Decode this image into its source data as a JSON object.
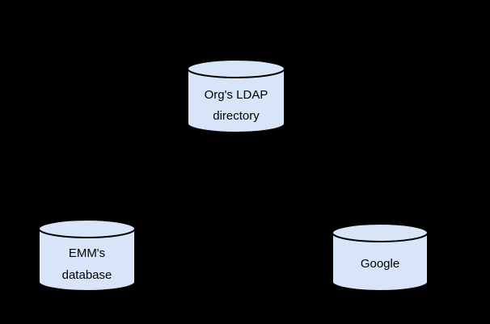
{
  "canvas": {
    "background_color": "#000000",
    "node_fill_color": "#d8e4f8",
    "node_stroke_color": "#000000",
    "label_text_color": "#000000"
  },
  "diagram": {
    "nodes": [
      {
        "id": "orgs-ldap-directory",
        "shape": "database-cylinder",
        "position": "top-center",
        "lines": [
          "Org's LDAP",
          "directory"
        ]
      },
      {
        "id": "emms-database",
        "shape": "database-cylinder",
        "position": "bottom-left",
        "lines": [
          "EMM's",
          "database"
        ]
      },
      {
        "id": "google",
        "shape": "database-cylinder",
        "position": "bottom-right",
        "lines": [
          "Google"
        ]
      }
    ]
  }
}
